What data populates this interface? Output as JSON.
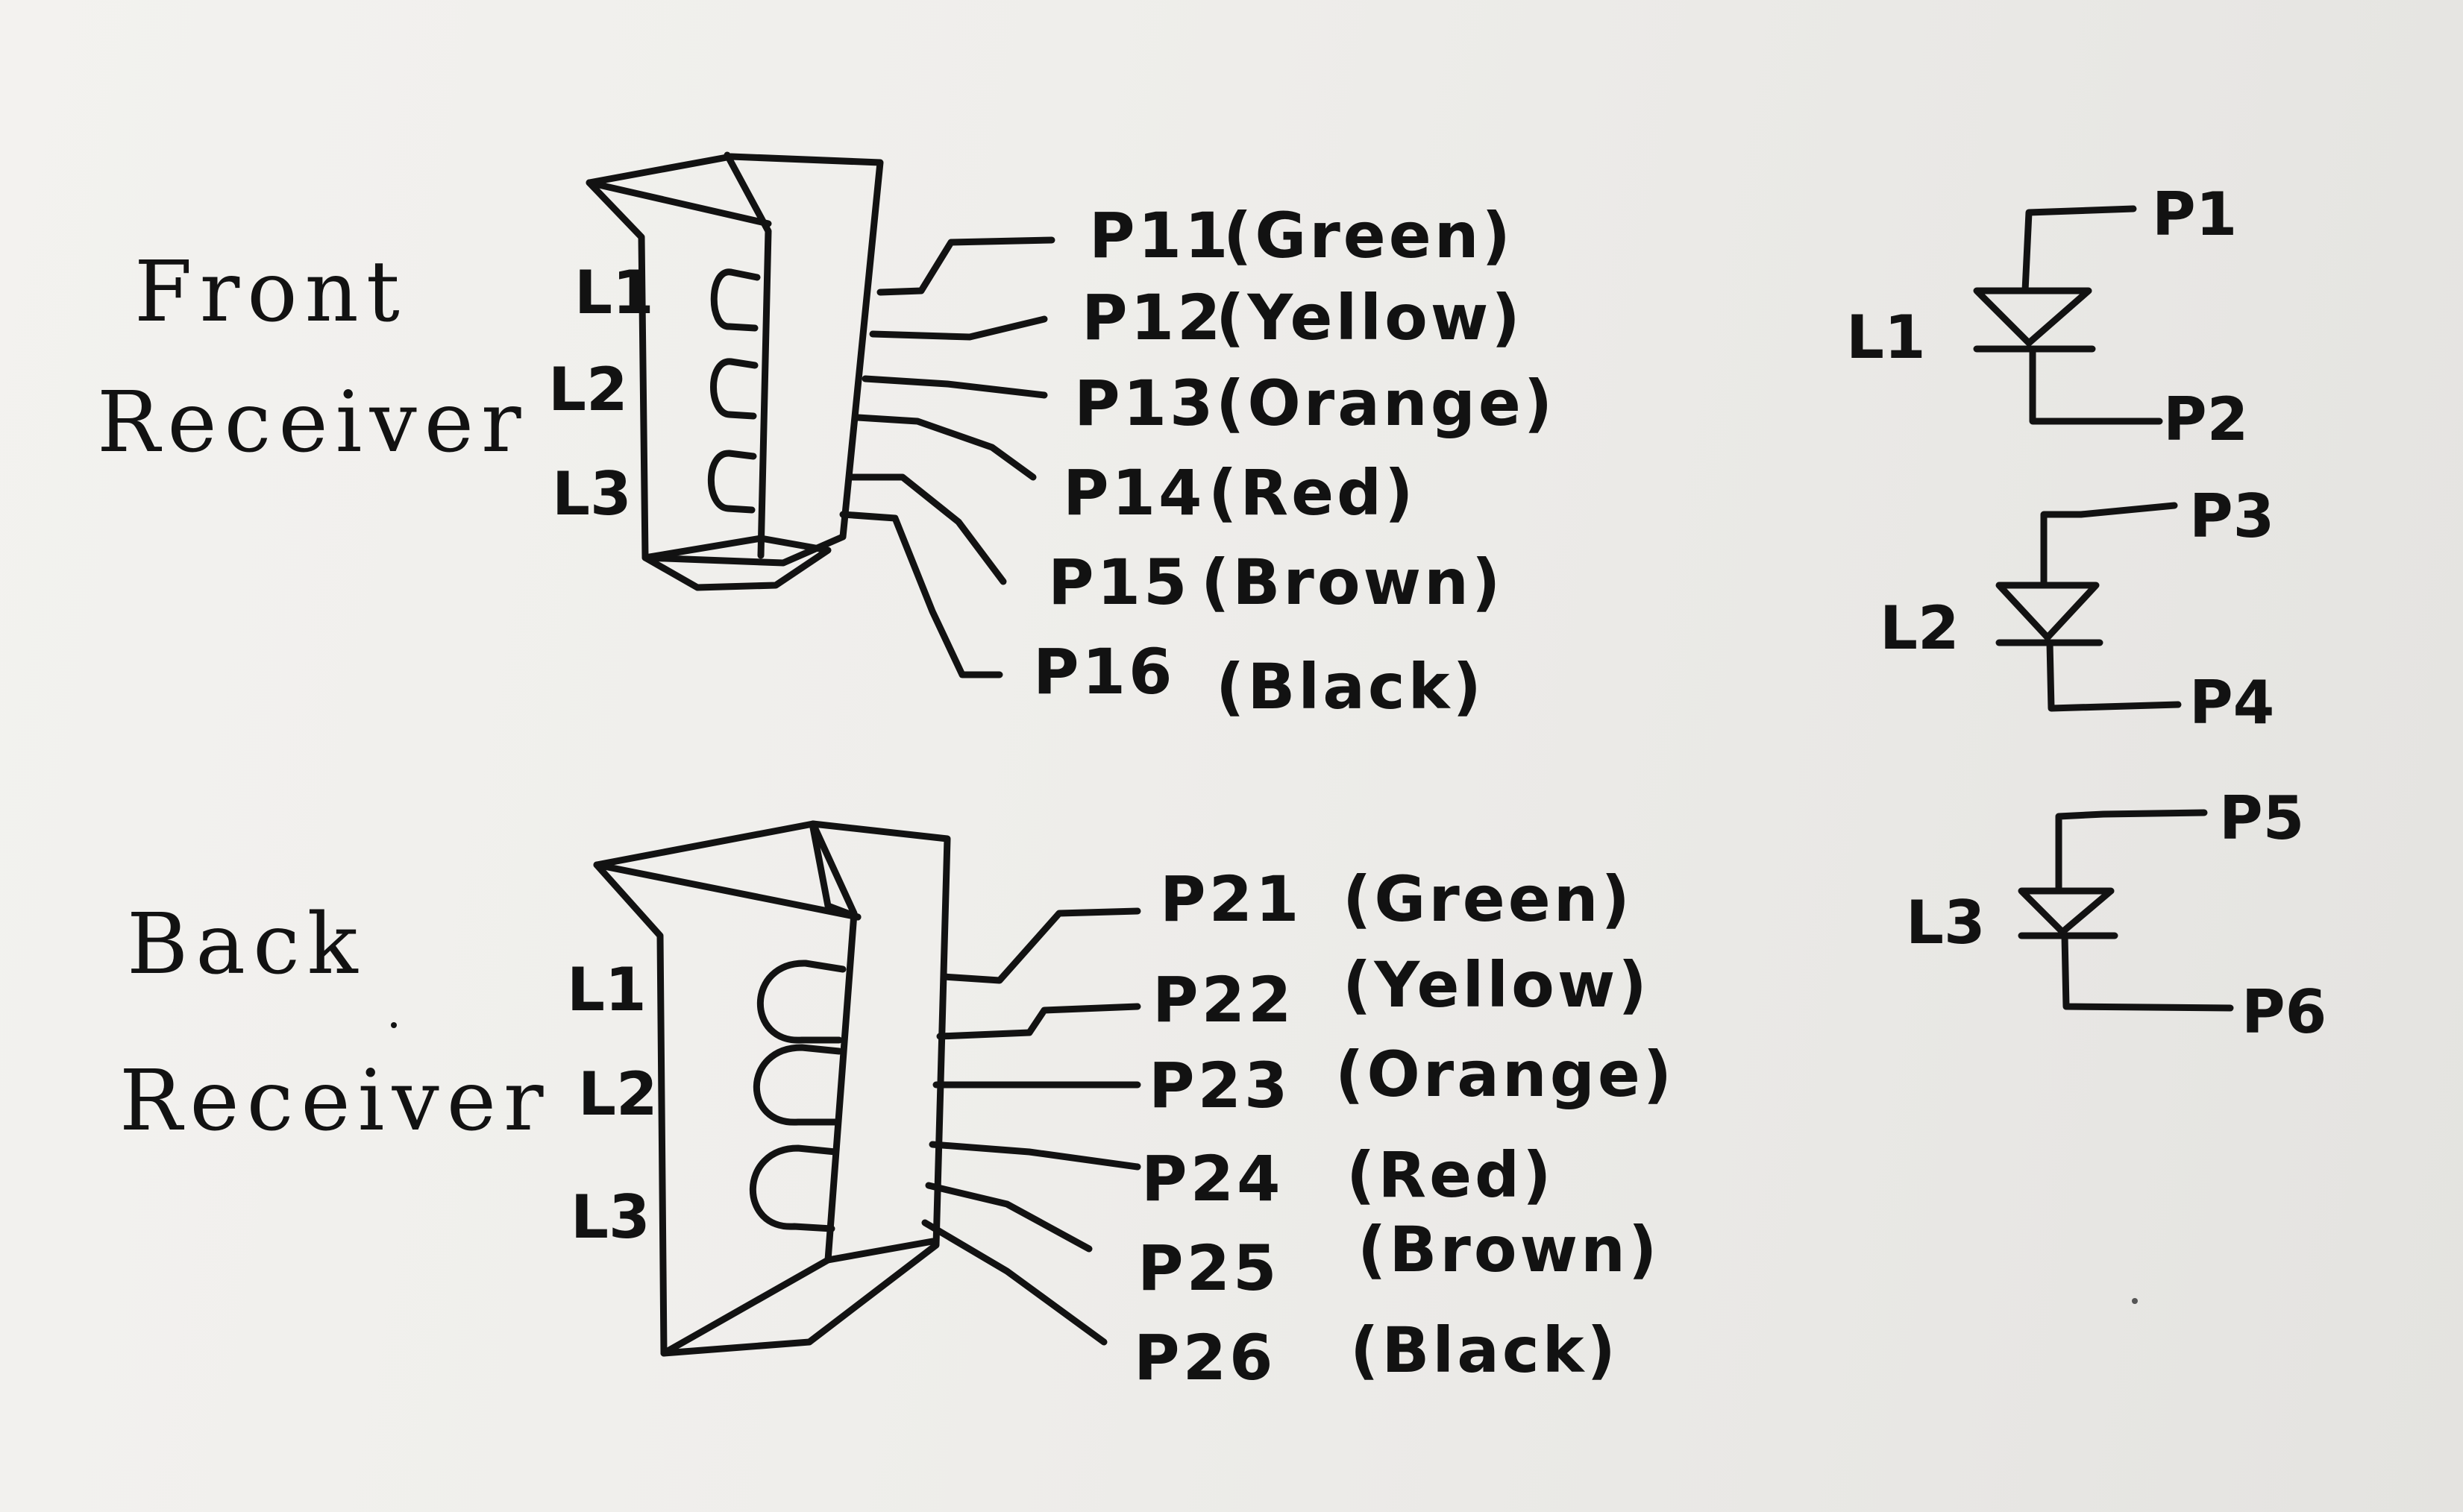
{
  "front_receiver": {
    "title_line1": "Front",
    "title_line2": "Receiver",
    "loops": [
      "L1",
      "L2",
      "L3"
    ],
    "pins": [
      {
        "label": "P11",
        "color": "(Green)"
      },
      {
        "label": "P12",
        "color": "(Yellow)"
      },
      {
        "label": "P13",
        "color": "(Orange)"
      },
      {
        "label": "P14",
        "color": "(Red)"
      },
      {
        "label": "P15",
        "color": "(Brown)"
      },
      {
        "label": "P16",
        "color": "(Black)"
      }
    ]
  },
  "back_receiver": {
    "title_line1": "Back",
    "title_line2": "Receiver",
    "loops": [
      "L1",
      "L2",
      "L3"
    ],
    "pins": [
      {
        "label": "P21",
        "color": "(Green)"
      },
      {
        "label": "P22",
        "color": "(Yellow)"
      },
      {
        "label": "P23",
        "color": "(Orange)"
      },
      {
        "label": "P24",
        "color": "(Red)"
      },
      {
        "label": "P25",
        "color": "(Brown)"
      },
      {
        "label": "P26",
        "color": "(Black)"
      }
    ]
  },
  "schematic": {
    "diodes": [
      {
        "label": "L1",
        "anode": "P1",
        "cathode": "P2"
      },
      {
        "label": "L2",
        "anode": "P3",
        "cathode": "P4"
      },
      {
        "label": "L3",
        "anode": "P5",
        "cathode": "P6"
      }
    ]
  },
  "colors": {
    "ink": "#121212",
    "paper": "#efeeeb"
  }
}
